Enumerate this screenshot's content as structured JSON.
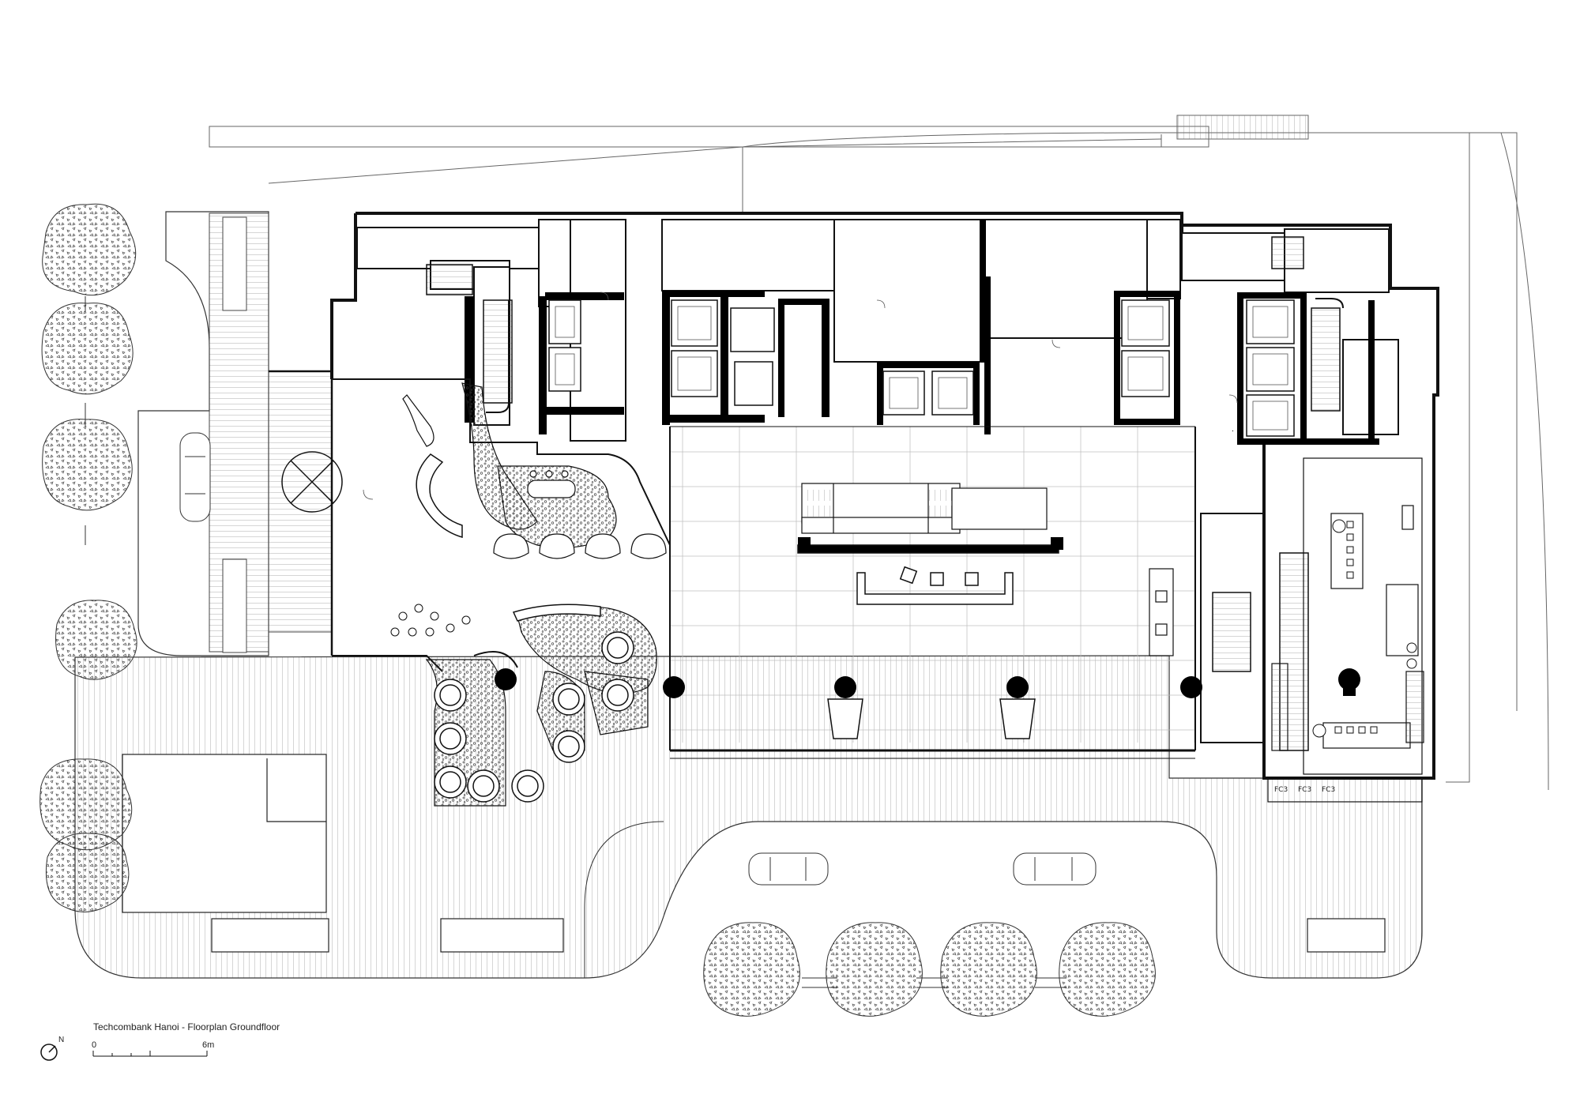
{
  "caption": "Techcombank Hanoi - Floorplan Groundfloor",
  "north_label": "N",
  "scale_bar": {
    "start_label": "0",
    "end_label": "6m"
  },
  "fc_labels": [
    "FC3",
    "FC3",
    "FC3"
  ]
}
